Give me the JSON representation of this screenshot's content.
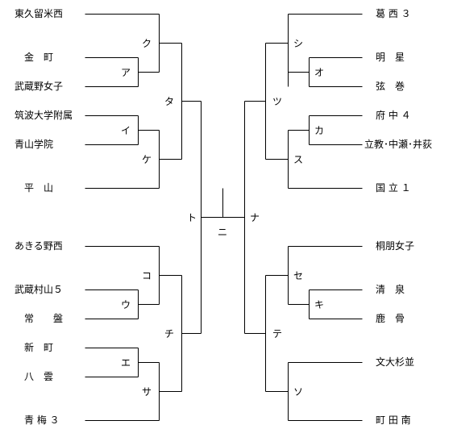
{
  "left_teams": [
    {
      "label": "東久留米西"
    },
    {
      "label": "金　町"
    },
    {
      "label": "武蔵野女子"
    },
    {
      "label": "筑波大学附属"
    },
    {
      "label": "青山学院"
    },
    {
      "label": "平　山"
    },
    {
      "label": "あきる野西"
    },
    {
      "label": "武蔵村山５"
    },
    {
      "label": "常　　盤"
    },
    {
      "label": "新　町"
    },
    {
      "label": "八　雲"
    },
    {
      "label": "青 梅 ３"
    }
  ],
  "right_teams": [
    {
      "label": "葛 西 ３"
    },
    {
      "label": "明　星"
    },
    {
      "label": "弦　巻"
    },
    {
      "label": "府 中 ４"
    },
    {
      "label": "立教･中瀬･井荻"
    },
    {
      "label": "国 立 １"
    },
    {
      "label": "桐朋女子"
    },
    {
      "label": "清　泉"
    },
    {
      "label": "鹿　骨"
    },
    {
      "label": "文大杉並"
    },
    {
      "label": "町 田 南"
    }
  ],
  "nodes": {
    "a": "ア",
    "i": "イ",
    "u": "ウ",
    "e": "エ",
    "o": "オ",
    "ka": "カ",
    "ki": "キ",
    "ku": "ク",
    "ke": "ケ",
    "ko": "コ",
    "sa": "サ",
    "shi": "シ",
    "su": "ス",
    "se": "セ",
    "so": "ソ",
    "ta": "タ",
    "chi": "チ",
    "tsu": "ツ",
    "te": "テ",
    "to": "ト",
    "na": "ナ",
    "ni": "ニ"
  }
}
